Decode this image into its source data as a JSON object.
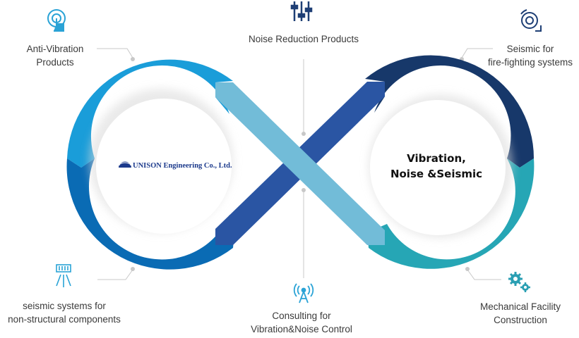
{
  "company": {
    "name": "UNISON Engineering Co., Ltd."
  },
  "center": {
    "line1": "Vibration,",
    "line2": "Noise &Seismic"
  },
  "labels": {
    "anti_vibration": {
      "line1": "Anti-Vibration",
      "line2": "Products"
    },
    "noise_reduction": {
      "line1": "Noise Reduction Products"
    },
    "seismic_fire": {
      "line1": "Seismic for",
      "line2": "fire-fighting systems"
    },
    "seismic_nonstructural": {
      "line1": "seismic systems for",
      "line2": "non-structural components"
    },
    "consulting": {
      "line1": "Consulting for",
      "line2": "Vibration&Noise Control"
    },
    "mechanical": {
      "line1": "Mechanical Facility",
      "line2": "Construction"
    }
  },
  "icons": {
    "anti_vibration": "touch-icon",
    "noise_reduction": "sliders-icon",
    "seismic_fire": "alarm-bell-icon",
    "seismic_nonstructural": "sprinkler-icon",
    "consulting": "antenna-icon",
    "mechanical": "gears-icon"
  },
  "colors": {
    "left_top": "#1a9dd9",
    "left_bottom": "#0a6bb4",
    "right_top": "#17386a",
    "right_bottom": "#26a6b5",
    "band_light": "#72bcd8",
    "band_dark": "#2a55a3",
    "icon_blue": "#2aa3d6",
    "icon_navy": "#1e3f75",
    "icon_teal": "#2a9fb3"
  }
}
